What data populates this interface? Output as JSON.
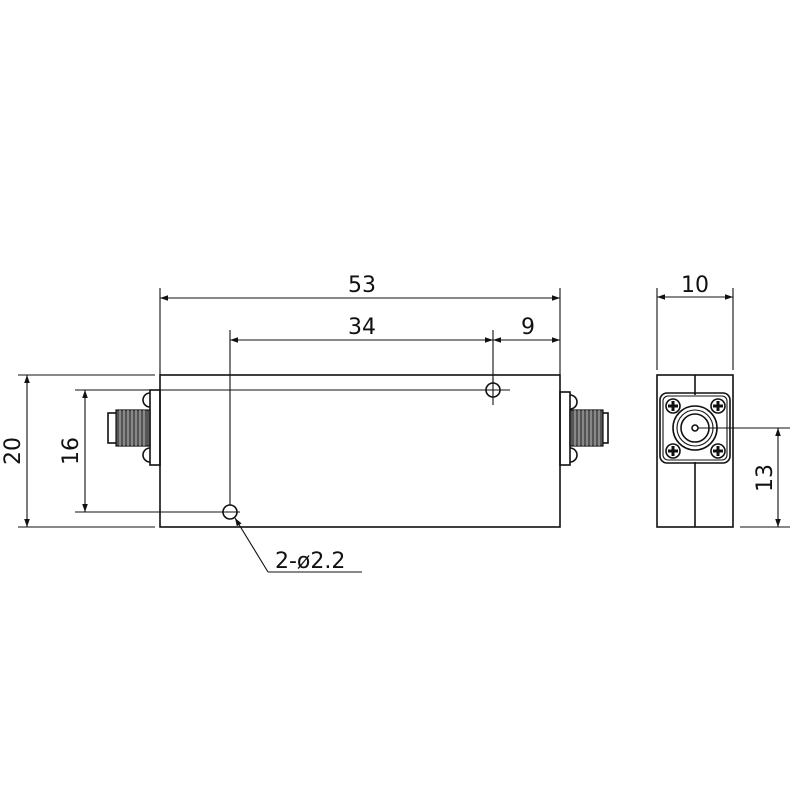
{
  "title": "Filter outline drawing",
  "dimensions": {
    "overall_length": "53",
    "hole_spacing": "34",
    "hole_offset": "9",
    "overall_height": "20",
    "hole_vertical_spacing": "16",
    "width": "10",
    "connector_height": "13",
    "hole_callout": "2-ø2.2"
  },
  "colors": {
    "line": "#111111",
    "background": "#ffffff"
  }
}
